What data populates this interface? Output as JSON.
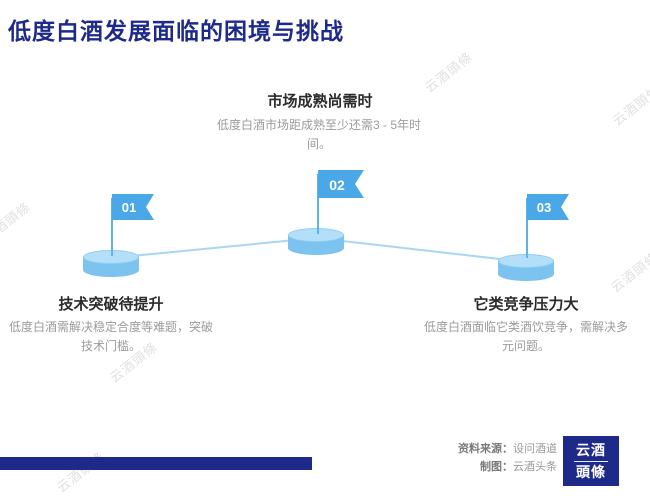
{
  "page_title": "低度白酒发展面临的困境与挑战",
  "milestones": [
    {
      "number": "01",
      "title": "技术突破待提升",
      "description": "低度白酒需解决稳定合度等难题，突破技术门槛。"
    },
    {
      "number": "02",
      "title": "市场成熟尚需时",
      "description": "低度白酒市场距成熟至少还需3 - 5年时间。"
    },
    {
      "number": "03",
      "title": "它类竞争压力大",
      "description": "低度白酒面临它类酒饮竞争，需解决多元问题。"
    }
  ],
  "footer": {
    "source_label": "资料来源：",
    "source_value": "设问酒道",
    "credit_label": "制图：",
    "credit_value": "云酒头条",
    "logo_line1": "云酒",
    "logo_line2": "頭條"
  },
  "watermark": "云酒頭條",
  "colors": {
    "title_navy": "#1e2a8a",
    "flag_blue": "#4aa7e8",
    "cylinder_blue": "#7cc4ef",
    "cylinder_top_blue": "#b3e0f8",
    "connector_blue": "#a9d6f0",
    "desc_gray": "#9b9b9b"
  }
}
